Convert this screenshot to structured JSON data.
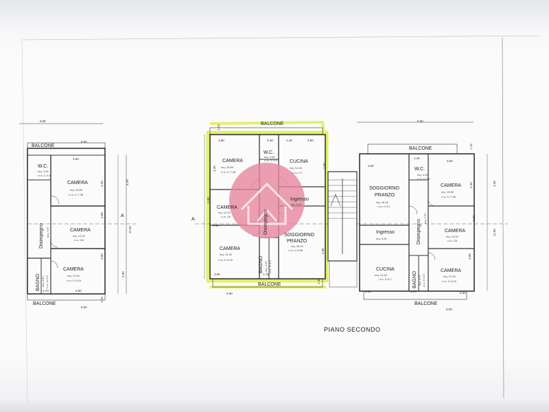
{
  "plan": {
    "title": "PIANO SECONDO",
    "section_marks": [
      "A",
      "A"
    ],
    "left": {
      "top_dim": "9.90",
      "bottom_dim": "8.90",
      "balcony_top": "BALCONE",
      "balcony_top_dim": "8.90",
      "balcony_bottom": "BALCONE",
      "rooms": [
        {
          "name": "W.C.",
          "area": "mq. 4.06",
          "ria": "r.i.a. 1/ 3.5"
        },
        {
          "name": "CAMERA",
          "area": "mq. 15.86",
          "ria": "r.i.a. 1/ 7.38"
        },
        {
          "name": "CAMERA",
          "area": "mq. 10.92",
          "ria": "r.i.a. 1/6"
        },
        {
          "name": "Disimpegno",
          "area": "mq. 7.67",
          "ria": ""
        },
        {
          "name": "CAMERA",
          "area": "mq. 13.30",
          "ria": "r.i.a. 1/ 6.15"
        },
        {
          "name": "BAGNO",
          "area": "mq. 4.50",
          "ria": "r.i.a. 1/ 3.9"
        }
      ],
      "dims": [
        "3.60",
        "4.20",
        "2.80",
        "3.80",
        "3.90",
        "3.50",
        "1.70",
        "1.10",
        "11.50",
        "4.30"
      ]
    },
    "center": {
      "top_dim": "3.40",
      "bottom_dim": "9.90",
      "balcony_top": "BALCONE",
      "balcony_bottom": "BALCONE",
      "rooms": [
        {
          "name": "CAMERA",
          "area": "mq. 15.86",
          "ria": "r.i.a. 1/ 7.38"
        },
        {
          "name": "W.C.",
          "area": "mq. 4.06",
          "ria": "r.i.a. 1/ 3.5"
        },
        {
          "name": "CUCINA",
          "area": "mq. 14.44",
          "ria": "r.i.a. 1/7"
        },
        {
          "name": "CAMERA",
          "area": "mq. 10.92",
          "ria": "r.i.a. 1/6"
        },
        {
          "name": "Disimpegno",
          "area": "",
          "ria": ""
        },
        {
          "name": "Ingresso",
          "area": "mq. 6.00",
          "ria": ""
        },
        {
          "name": "CAMERA",
          "area": "mq. 13.30",
          "ria": "r.i.a. 1/ 6.15"
        },
        {
          "name": "BAGNO",
          "area": "mq. 4.50",
          "ria": "r.i.a. 1/ 3.9"
        },
        {
          "name": "SOGGIORNO",
          "area": "",
          "ria": ""
        },
        {
          "name": "PRANZO",
          "area": "mq. 18.24",
          "ria": "r.i.a. 1/ 5.96"
        }
      ],
      "dims": [
        "3.80",
        "1.40",
        "3.80",
        "4.20",
        "2.80",
        "3.90",
        "3.50",
        "1.70",
        "4.80",
        "1.10",
        "1.90",
        "3.90"
      ]
    },
    "right": {
      "top_dim": "9.90",
      "bottom_dim": "8.90",
      "balcony_top": "BALCONE",
      "balcony_bottom": "BALCONE",
      "rooms": [
        {
          "name": "SOGGIORNO",
          "area": "",
          "ria": ""
        },
        {
          "name": "PRANZO",
          "area": "mq. 18.62",
          "ria": "r.i.a. 1/ 6.1"
        },
        {
          "name": "W.C.",
          "area": "mq. 4.20",
          "ria": "r.i.a. 1/ 3.5"
        },
        {
          "name": "CAMERA",
          "area": "mq. 15.86",
          "ria": "r.i.a. 1/ 7.38"
        },
        {
          "name": "Ingresso",
          "area": "mq. 6.00",
          "ria": ""
        },
        {
          "name": "Disimpegno",
          "area": "mq. 7.67",
          "ria": ""
        },
        {
          "name": "CAMERA",
          "area": "mq. 10.92",
          "ria": "r.i.a. 1/6"
        },
        {
          "name": "CUCINA",
          "area": "mq. 14.45",
          "ria": "r.i.a. 1/ 6.7"
        },
        {
          "name": "BAGNO",
          "area": "mq. 4.77",
          "ria": "r.i.a. 1/ 3.9"
        },
        {
          "name": "CAMERA",
          "area": "mq. 13.30",
          "ria": "r.i.a. 1/ 6.15"
        }
      ],
      "dims": [
        "3.60",
        "1.40",
        "3.60",
        "3.60",
        "4.20",
        "2.80",
        "3.80",
        "3.50",
        "1.70",
        "1.15",
        "11.50",
        "4.30"
      ]
    },
    "colors": {
      "highlight": "#e4ef6a",
      "watermark": "#e7849b",
      "line": "#333333"
    }
  }
}
